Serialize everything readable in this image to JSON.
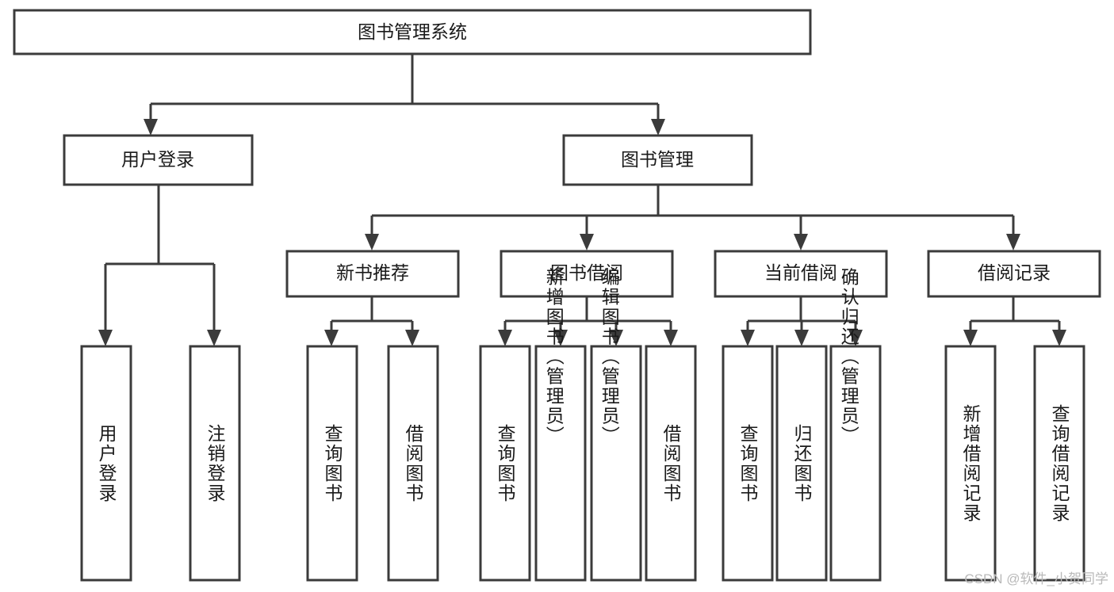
{
  "diagram": {
    "type": "hierarchy-tree",
    "title": "图书管理系统",
    "levels": 4,
    "nodes": {
      "root": {
        "label": "图书管理系统",
        "orientation": "horizontal"
      },
      "user_login": {
        "label": "用户登录",
        "orientation": "horizontal"
      },
      "book_manage": {
        "label": "图书管理",
        "orientation": "horizontal"
      },
      "new_book_rec": {
        "label": "新书推荐",
        "orientation": "horizontal"
      },
      "book_borrow": {
        "label": "图书借阅",
        "orientation": "horizontal"
      },
      "current_borrow": {
        "label": "当前借阅",
        "orientation": "horizontal"
      },
      "borrow_record": {
        "label": "借阅记录",
        "orientation": "horizontal"
      },
      "leaf_user_login": {
        "label": "用户登录",
        "orientation": "vertical"
      },
      "leaf_user_logout": {
        "label": "注销登录",
        "orientation": "vertical"
      },
      "leaf_query_book_1": {
        "label": "查询图书",
        "orientation": "vertical"
      },
      "leaf_borrow_book_1": {
        "label": "借阅图书",
        "orientation": "vertical"
      },
      "leaf_query_book_2": {
        "label": "查询图书",
        "orientation": "vertical"
      },
      "leaf_add_book": {
        "label": "新增图书（管理员）",
        "orientation": "vertical"
      },
      "leaf_edit_book": {
        "label": "编辑图书（管理员）",
        "orientation": "vertical"
      },
      "leaf_borrow_book_2": {
        "label": "借阅图书",
        "orientation": "vertical"
      },
      "leaf_query_book_3": {
        "label": "查询图书",
        "orientation": "vertical"
      },
      "leaf_return_book": {
        "label": "归还图书",
        "orientation": "vertical"
      },
      "leaf_confirm_return": {
        "label": "确认归还（管理员）",
        "orientation": "vertical"
      },
      "leaf_add_record": {
        "label": "新增借阅记录",
        "orientation": "vertical"
      },
      "leaf_query_record": {
        "label": "查询借阅记录",
        "orientation": "vertical"
      }
    },
    "edges": [
      {
        "from": "root",
        "to": "user_login"
      },
      {
        "from": "root",
        "to": "book_manage"
      },
      {
        "from": "user_login",
        "to": "leaf_user_login"
      },
      {
        "from": "user_login",
        "to": "leaf_user_logout"
      },
      {
        "from": "book_manage",
        "to": "new_book_rec"
      },
      {
        "from": "book_manage",
        "to": "book_borrow"
      },
      {
        "from": "book_manage",
        "to": "current_borrow"
      },
      {
        "from": "book_manage",
        "to": "borrow_record"
      },
      {
        "from": "new_book_rec",
        "to": "leaf_query_book_1"
      },
      {
        "from": "new_book_rec",
        "to": "leaf_borrow_book_1"
      },
      {
        "from": "book_borrow",
        "to": "leaf_query_book_2"
      },
      {
        "from": "book_borrow",
        "to": "leaf_add_book"
      },
      {
        "from": "book_borrow",
        "to": "leaf_edit_book"
      },
      {
        "from": "book_borrow",
        "to": "leaf_borrow_book_2"
      },
      {
        "from": "current_borrow",
        "to": "leaf_query_book_3"
      },
      {
        "from": "current_borrow",
        "to": "leaf_return_book"
      },
      {
        "from": "current_borrow",
        "to": "leaf_confirm_return"
      },
      {
        "from": "borrow_record",
        "to": "leaf_add_record"
      },
      {
        "from": "borrow_record",
        "to": "leaf_query_record"
      }
    ],
    "colors": {
      "stroke": "#3b3b3b",
      "fill": "#ffffff",
      "text": "#1a1a1a",
      "watermark": "#b9b9b9"
    }
  },
  "watermark": {
    "text": "CSDN @软件_小贺同学"
  }
}
